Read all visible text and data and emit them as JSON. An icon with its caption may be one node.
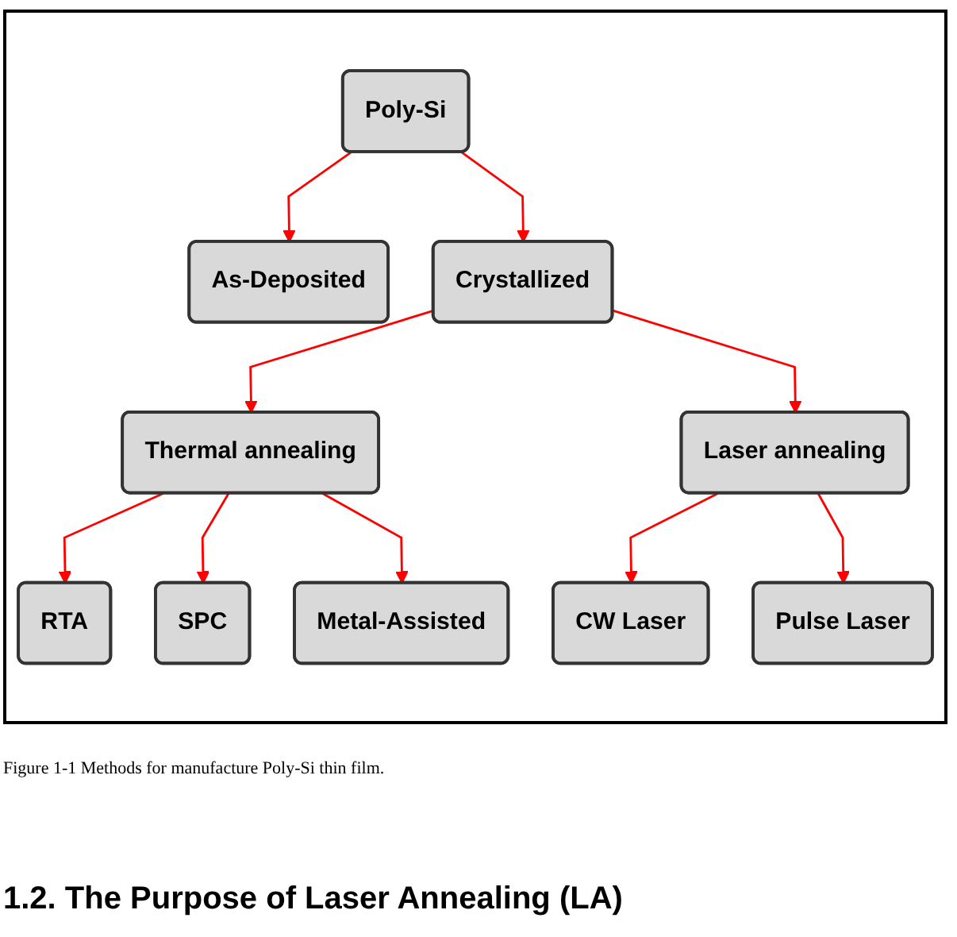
{
  "diagram": {
    "caption": "Figure 1-1 Methods for manufacture Poly-Si thin film.",
    "nodes": [
      {
        "text": [
          "Poly-Si"
        ]
      },
      {
        "text": [
          "As-Deposited"
        ]
      },
      {
        "text": [
          "Crystallized"
        ]
      },
      {
        "text": [
          "Thermal annealing"
        ]
      },
      {
        "text": [
          "Laser annealing"
        ]
      },
      {
        "text": [
          "RTA"
        ]
      },
      {
        "text": [
          "SPC"
        ]
      },
      {
        "text": [
          "Metal-Assisted"
        ]
      },
      {
        "text": [
          "CW Laser"
        ]
      },
      {
        "text": [
          "Pulse Laser"
        ]
      }
    ],
    "edges": [
      {
        "from": 0,
        "to": 1,
        "arrow": "to"
      },
      {
        "from": 0,
        "to": 2,
        "arrow": "to"
      },
      {
        "from": 2,
        "to": 3,
        "arrow": "to"
      },
      {
        "from": 2,
        "to": 4,
        "arrow": "to"
      },
      {
        "from": 3,
        "to": 5,
        "arrow": "to"
      },
      {
        "from": 3,
        "to": 6,
        "arrow": "to"
      },
      {
        "from": 3,
        "to": 7,
        "arrow": "to"
      },
      {
        "from": 4,
        "to": 8,
        "arrow": "to"
      },
      {
        "from": 4,
        "to": 9,
        "arrow": "to"
      }
    ],
    "labels": [
      "1.2. The Purpose of Laser Annealing (LA)"
    ]
  }
}
